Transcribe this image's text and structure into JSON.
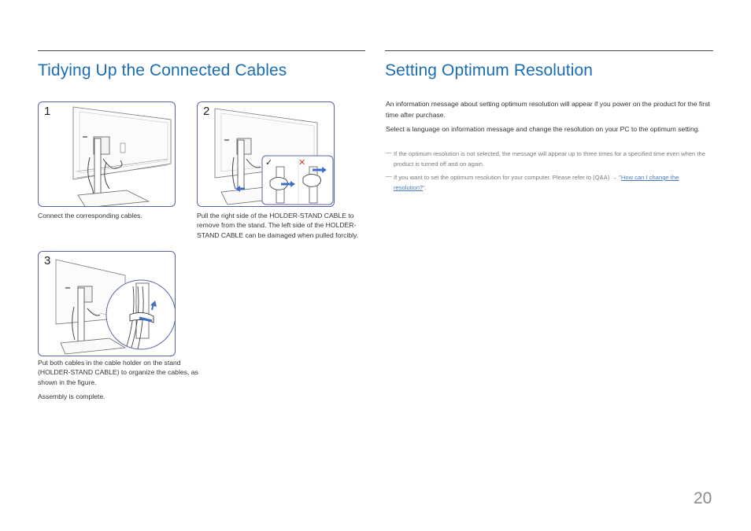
{
  "left_section": {
    "title": "Tidying Up the Connected Cables",
    "steps": [
      {
        "number": "1",
        "caption": "Connect the corresponding cables."
      },
      {
        "number": "2",
        "caption": "Pull the right side of the HOLDER-STAND CABLE to remove from the stand. The left side of the HOLDER-STAND CABLE can be damaged when pulled forcibly."
      },
      {
        "number": "3",
        "caption": "Put both cables in the cable holder on the stand (HOLDER-STAND CABLE) to organize the cables, as shown in the figure."
      }
    ],
    "completion": "Assembly is complete."
  },
  "right_section": {
    "title": "Setting Optimum Resolution",
    "paragraphs": [
      "An information message about setting optimum resolution will appear if you power on the product for the first time after purchase.",
      "Select a language on information message and change the resolution on your PC to the optimum setting."
    ],
    "notes": [
      {
        "dash": "―",
        "text": "If the optimum resolution is not selected, the message will appear up to three times for a specified time even when the product is turned off and on again."
      },
      {
        "dash": "―",
        "text_before": "If you want to set the optimum resolution for your computer. Please refer to (Q&A) → \"",
        "link": "How can I change the resolution?",
        "text_after": "\"."
      }
    ]
  },
  "figure_marks": {
    "correct": "✓",
    "wrong": "✕"
  },
  "page_number": "20",
  "colors": {
    "heading": "#1a6db5",
    "figure_border": "#5a63a8",
    "arrow": "#3f6fc4",
    "wrong_mark": "#d23a3a",
    "link": "#4a7cc2"
  }
}
